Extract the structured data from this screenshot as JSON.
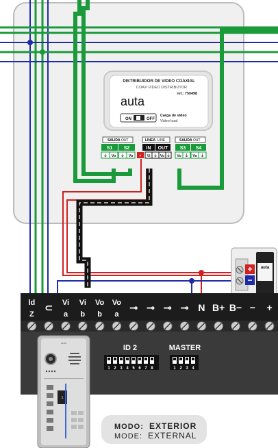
{
  "distributor": {
    "title": "DISTRIBUIDOR DE VIDEO COAXIAL",
    "subtitle": "COAX VIDEO DISTRIBUTOR",
    "ref": "ref.: 750498",
    "brand": "auta",
    "switch_on": "ON",
    "switch_off": "OFF",
    "load_label": "Carga de video",
    "load_label_en": "Video load",
    "groups": [
      {
        "label": "SALIDA",
        "label_en": "OUT"
      },
      {
        "label": "LINEA",
        "label_en": "LINE"
      },
      {
        "label": "SALIDA",
        "label_en": "OUT"
      }
    ],
    "ports": [
      "S1",
      "S2",
      "IN",
      "OUT",
      "S3",
      "S4"
    ],
    "pins": [
      "⏚",
      "Vo",
      "⏚",
      "Vo",
      "+",
      "Vi",
      "⏚",
      "Vo",
      "⏚",
      "Vo",
      "⏚",
      "Vo",
      "⏚"
    ]
  },
  "power_supply": {
    "brand": "auta",
    "plus": "+",
    "minus": "−"
  },
  "panel": {
    "terminals": [
      {
        "top": "ld",
        "bottom": "Z"
      },
      {
        "top": "⊂",
        "bottom": ""
      },
      {
        "top": "Vi",
        "bottom": "a"
      },
      {
        "top": "Vi",
        "bottom": "b"
      },
      {
        "top": "Vo",
        "bottom": "b"
      },
      {
        "top": "Vo",
        "bottom": "a"
      },
      {
        "top": "⊸",
        "bottom": ""
      },
      {
        "top": "⊸",
        "bottom": ""
      },
      {
        "top": "⊸",
        "bottom": ""
      },
      {
        "top": "⊸",
        "bottom": ""
      },
      {
        "top": "N",
        "bottom": ""
      },
      {
        "top": "B+",
        "bottom": ""
      },
      {
        "top": "B−",
        "bottom": ""
      },
      {
        "top": "−",
        "bottom": ""
      },
      {
        "top": "+",
        "bottom": ""
      }
    ],
    "id_label": "ID 2",
    "id_numbers": [
      "1",
      "2",
      "3",
      "4",
      "5",
      "6",
      "7",
      "8"
    ],
    "master_label": "MASTER",
    "master_numbers": [
      "1",
      "2",
      "3",
      "4"
    ],
    "brand_small": "auta",
    "key_label": "1"
  },
  "mode": {
    "es_prefix": "MODO:",
    "es_value": "EXTERIOR",
    "en_prefix": "MODE:",
    "en_value": "EXTERNAL"
  },
  "colors": {
    "green": "#1a9a3a",
    "blue": "#1e2aa8",
    "red": "#d02020",
    "black": "#111111",
    "panel": "#3a3a3a"
  }
}
